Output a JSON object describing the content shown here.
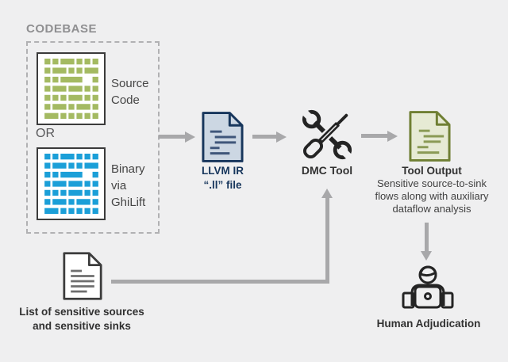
{
  "diagram": {
    "codebase": {
      "title": "CODEBASE",
      "or_label": "OR",
      "source": {
        "icon": "source-code-matrix-icon",
        "color": "#a4ba62",
        "lines": [
          "Source",
          "Code"
        ]
      },
      "binary": {
        "icon": "binary-matrix-icon",
        "color": "#1b9fd8",
        "lines": [
          "Binary",
          "via",
          "GhiLift"
        ]
      }
    },
    "llvm": {
      "icon": "document-icon",
      "title_lines": [
        "LLVM IR",
        "“.ll” file"
      ]
    },
    "dmc": {
      "icon": "tools-icon",
      "label": "DMC Tool"
    },
    "tool_output": {
      "icon": "document-icon",
      "title": "Tool Output",
      "description_lines": [
        "Sensitive source-to-sink",
        "flows along with auxiliary",
        "dataflow analysis"
      ]
    },
    "human": {
      "icon": "person-laptop-icon",
      "label": "Human Adjudication"
    },
    "sensitive_list": {
      "icon": "document-icon",
      "label_lines": [
        "List of sensitive sources",
        "and sensitive sinks"
      ]
    }
  },
  "colors": {
    "background": "#efeff0",
    "arrow": "#a8a8aa",
    "codebase_label": "#8f8f91",
    "dashed_border": "#b1b1b3",
    "box_border": "#3b3b3b",
    "source_green": "#a4ba62",
    "binary_blue": "#1b9fd8",
    "llvm_fill": "#ccd7e3",
    "llvm_navy": "#17365c",
    "output_fill": "#e6ead4",
    "output_olive": "#6f7f33",
    "text_dark": "#3d3d3d"
  }
}
